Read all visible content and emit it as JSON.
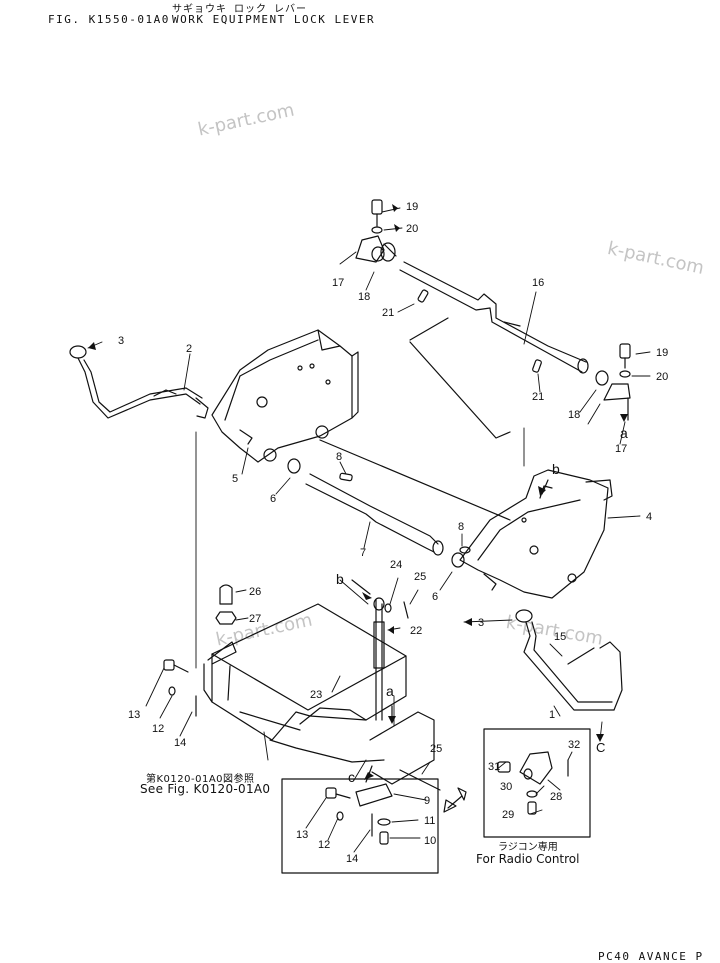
{
  "header": {
    "japanese_title": "サギョウキ ロック レバー",
    "figure_id": "FIG. K1550-01A0",
    "title": "WORK EQUIPMENT LOCK LEVER"
  },
  "watermarks": [
    "k-part.com",
    "k-part.com",
    "k-part.com",
    "k-part.com"
  ],
  "reference_note": {
    "japanese": "第K0120-01A0図参照",
    "english": "See Fig. K0120-01A0"
  },
  "radio_control": {
    "japanese": "ラジコン専用",
    "english": "For Radio Control"
  },
  "view_letters": {
    "a1": "a",
    "a2": "a",
    "b1": "b",
    "b2": "b",
    "c1": "c",
    "c2": "C"
  },
  "part_numbers": {
    "p1": "1",
    "p2": "2",
    "p3a": "3",
    "p3b": "3",
    "p4": "4",
    "p5": "5",
    "p6a": "6",
    "p6b": "6",
    "p7": "7",
    "p8a": "8",
    "p8b": "8",
    "p9": "9",
    "p10": "10",
    "p11": "11",
    "p12a": "12",
    "p12b": "12",
    "p13a": "13",
    "p13b": "13",
    "p14a": "14",
    "p14b": "14",
    "p15": "15",
    "p16": "16",
    "p17a": "17",
    "p17b": "17",
    "p18a": "18",
    "p18b": "18",
    "p19a": "19",
    "p19b": "19",
    "p20a": "20",
    "p20b": "20",
    "p21a": "21",
    "p21b": "21",
    "p22": "22",
    "p23": "23",
    "p24": "24",
    "p25a": "25",
    "p25b": "25",
    "p26": "26",
    "p27": "27",
    "p28": "28",
    "p29": "29",
    "p30": "30",
    "p31": "31",
    "p32": "32"
  },
  "footer": "PC40 AVANCE P"
}
